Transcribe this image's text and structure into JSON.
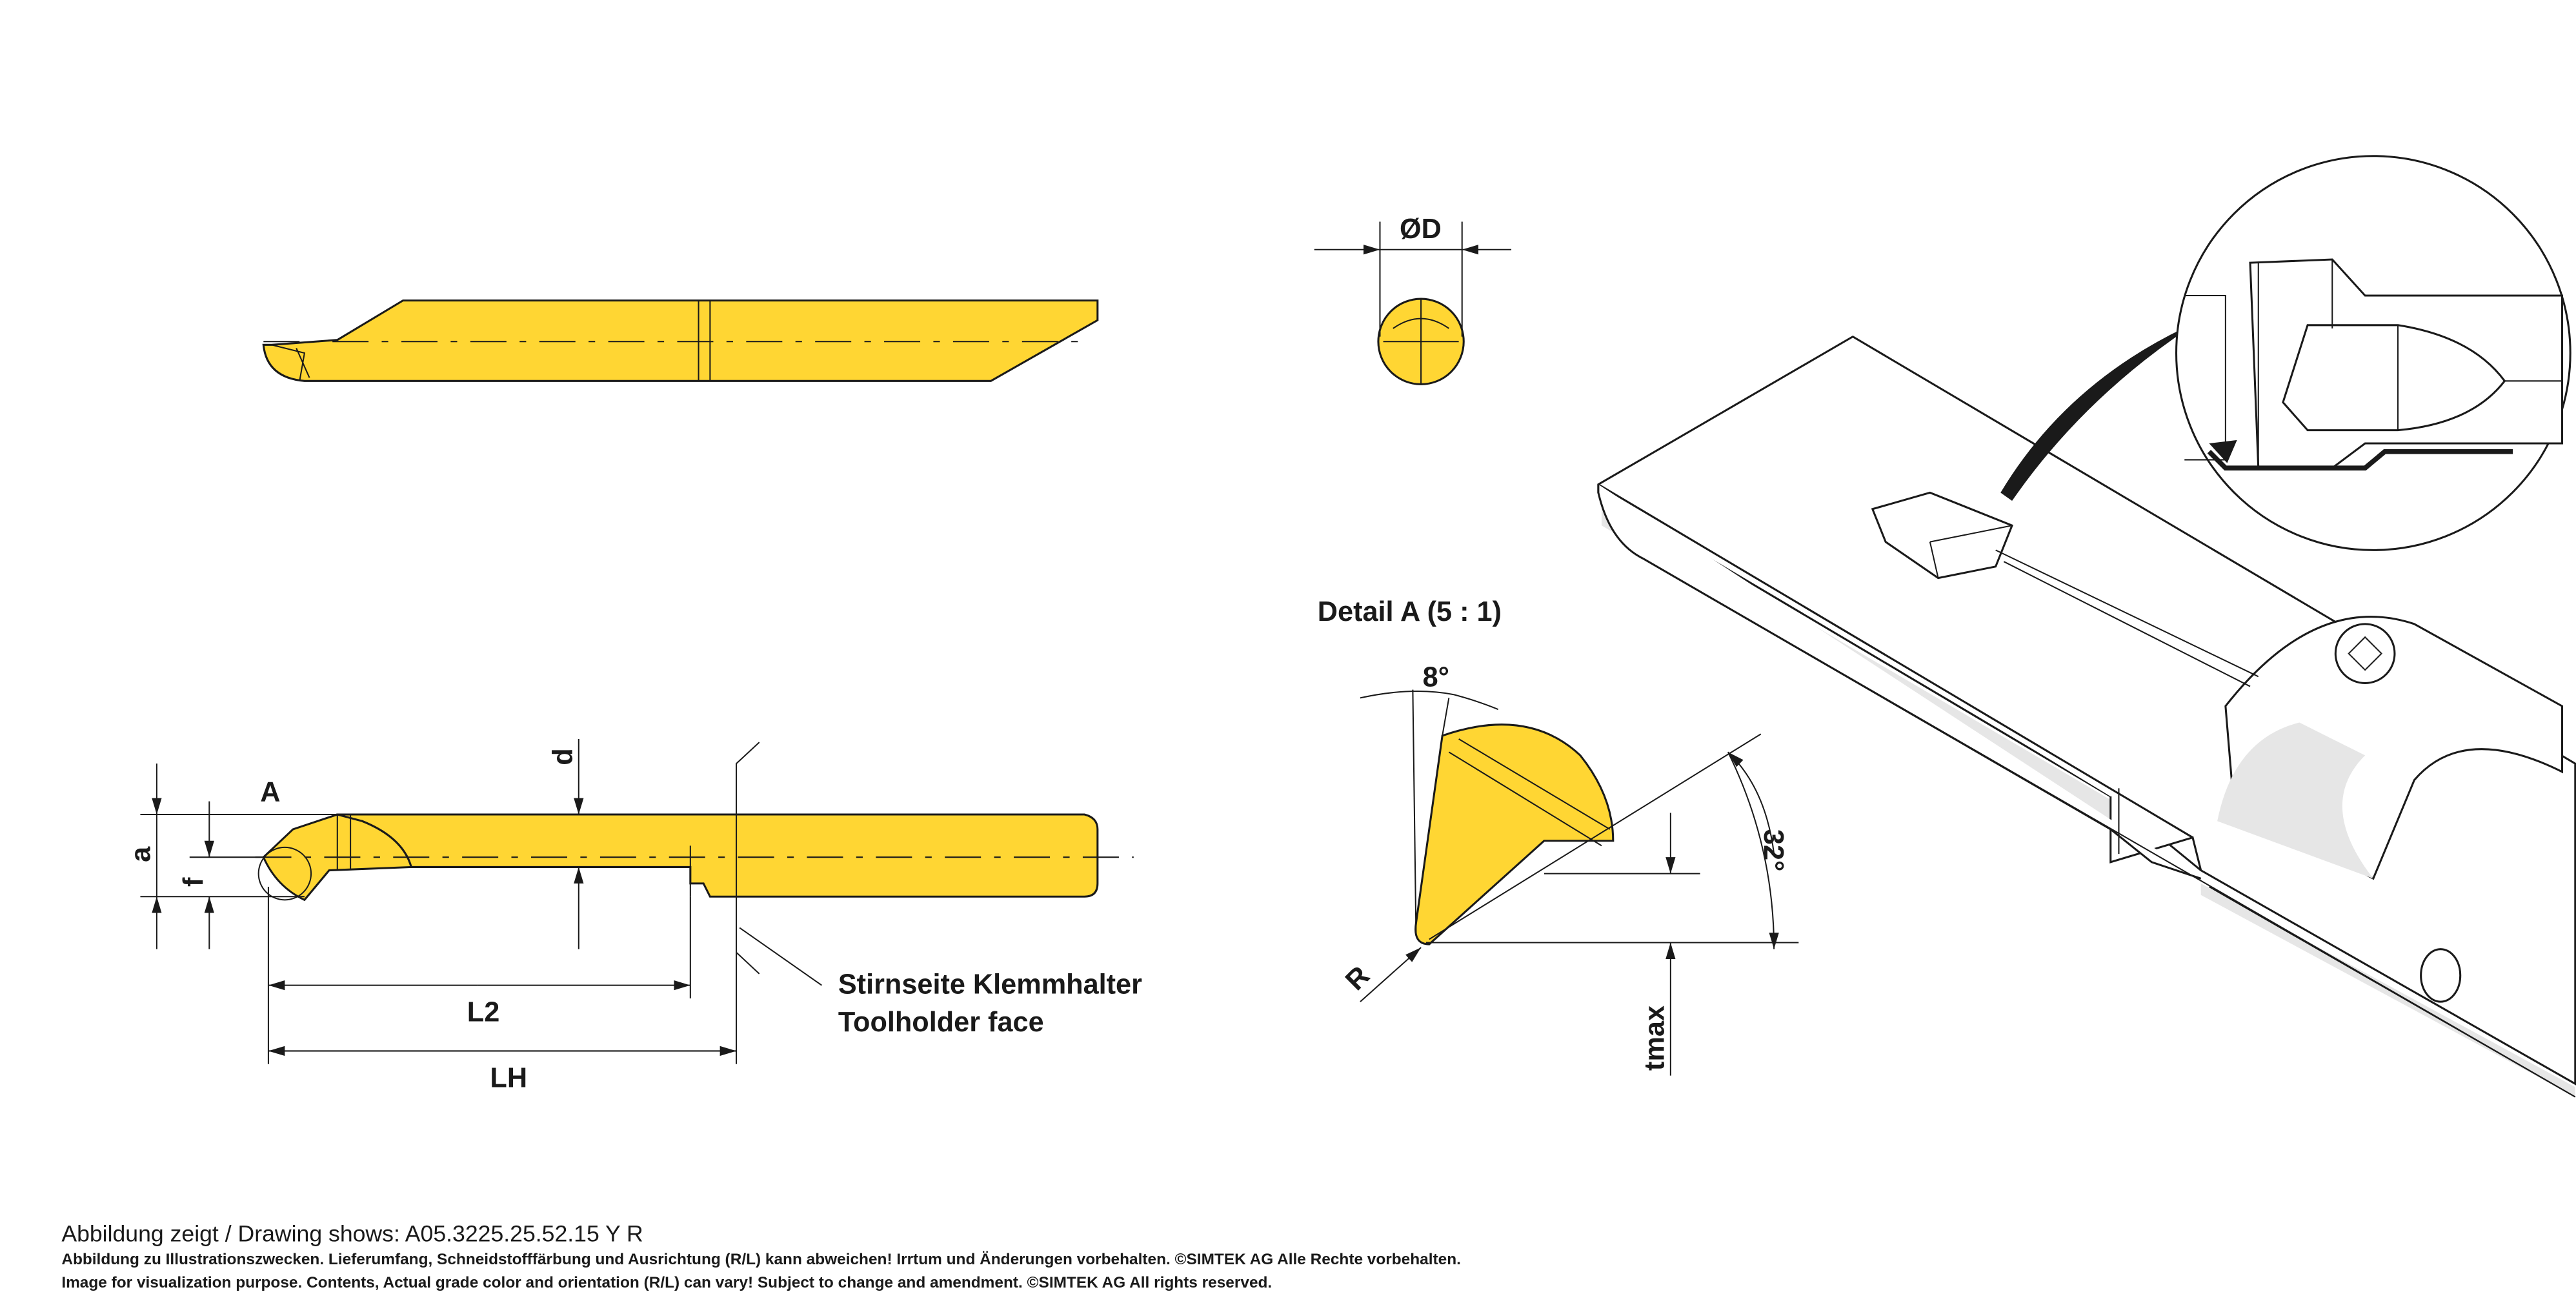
{
  "labels": {
    "diameter": "ØD",
    "a": "a",
    "f": "f",
    "A": "A",
    "d": "d",
    "L2": "L2",
    "LH": "LH",
    "toolholder_de": "Stirnseite Klemmhalter",
    "toolholder_en": "Toolholder face",
    "detail_title": "Detail A (5 : 1)",
    "angle_8": "8°",
    "angle_32": "32°",
    "R": "R",
    "tmax": "tmax"
  },
  "footer": {
    "drawing_shows": "Abbildung zeigt / Drawing shows: A05.3225.25.52.15 Y R",
    "disclaimer_de": "Abbildung zu Illustrationszwecken. Lieferumfang, Schneidstofffärbung und Ausrichtung (R/L) kann abweichen! Irrtum und Änderungen vorbehalten. ©SIMTEK AG Alle Rechte vorbehalten.",
    "disclaimer_en": "Image for visualization purpose. Contents, Actual grade color and orientation (R/L) can vary! Subject to change and amendment. ©SIMTEK AG All rights reserved."
  },
  "colors": {
    "insert": "#FFD633",
    "line": "#1a1a1a"
  }
}
